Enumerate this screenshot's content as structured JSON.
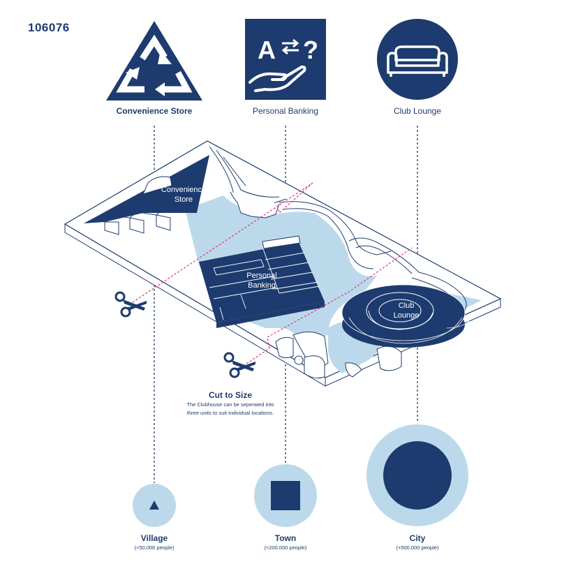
{
  "diagram_id": "106076",
  "top_icons": [
    {
      "label": "Convenience Store",
      "icon": "recycle-triangle-icon"
    },
    {
      "label": "Personal Banking",
      "icon": "hand-exchange-icon"
    },
    {
      "label": "Club Lounge",
      "icon": "sofa-icon"
    }
  ],
  "zones": {
    "convenience": [
      "Convenience",
      "Store"
    ],
    "banking": [
      "Personal",
      "Banking"
    ],
    "lounge": [
      "Club",
      "Lounge"
    ]
  },
  "cut": {
    "title": "Cut to Size",
    "note_line1": "The Clubhouse can be seperated into",
    "note_line2": "three units to suit individual locations."
  },
  "sizes": [
    {
      "name": "Village",
      "population": "(<50,000 people)"
    },
    {
      "name": "Town",
      "population": "(<200,000 people)"
    },
    {
      "name": "City",
      "population": "(+500,000 people)"
    }
  ],
  "colors": {
    "navy": "#1d3b6e",
    "light_blue": "#bcd9ec",
    "accent_pink": "#e0317a"
  }
}
